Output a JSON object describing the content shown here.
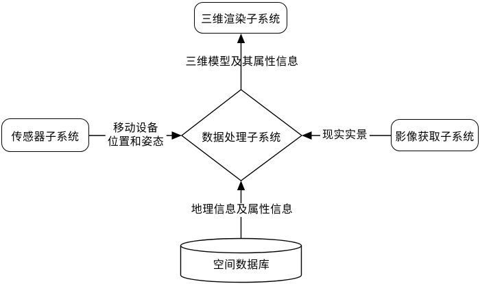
{
  "colors": {
    "stroke": "#000000",
    "fill": "#ffffff",
    "text": "#000000"
  },
  "nodes": {
    "render3d": {
      "label": "三维渲染子系统",
      "shape": "rounded-rect"
    },
    "sensor": {
      "label": "传感器子系统",
      "shape": "rounded-rect"
    },
    "processor": {
      "label": "数据处理子系统",
      "shape": "diamond"
    },
    "imageCapture": {
      "label": "影像获取子系统",
      "shape": "rounded-rect"
    },
    "spatialDb": {
      "label": "空间数据库",
      "shape": "cylinder"
    }
  },
  "edges": {
    "processorToRender": {
      "from": "数据处理子系统",
      "to": "三维渲染子系统",
      "direction": "up",
      "label": "三维模型及其属性信息"
    },
    "sensorToProcessor": {
      "from": "传感器子系统",
      "to": "数据处理子系统",
      "direction": "right",
      "label_line1": "移动设备",
      "label_line2": "位置和姿态"
    },
    "imageToProcessor": {
      "from": "影像获取子系统",
      "to": "数据处理子系统",
      "direction": "left",
      "label": "现实实景"
    },
    "dbToProcessor": {
      "from": "空间数据库",
      "to": "数据处理子系统",
      "direction": "up",
      "label": "地理信息及属性信息"
    }
  }
}
